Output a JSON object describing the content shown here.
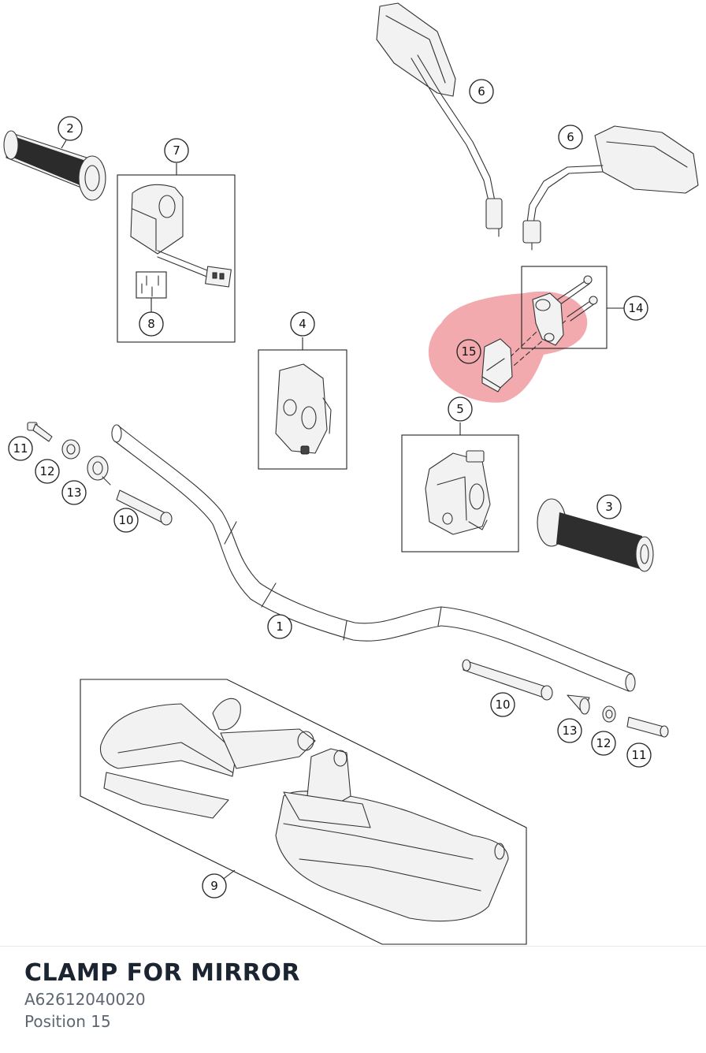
{
  "part": {
    "title": "CLAMP FOR MIRROR",
    "number": "A62612040020",
    "position": "Position 15"
  },
  "highlight": {
    "position": "15",
    "color": "#e8656b"
  },
  "callouts": [
    {
      "id": "1",
      "label": "1"
    },
    {
      "id": "2",
      "label": "2"
    },
    {
      "id": "3",
      "label": "3"
    },
    {
      "id": "4",
      "label": "4"
    },
    {
      "id": "5",
      "label": "5"
    },
    {
      "id": "6a",
      "label": "6"
    },
    {
      "id": "6b",
      "label": "6"
    },
    {
      "id": "7",
      "label": "7"
    },
    {
      "id": "8",
      "label": "8"
    },
    {
      "id": "9",
      "label": "9"
    },
    {
      "id": "10a",
      "label": "10"
    },
    {
      "id": "10b",
      "label": "10"
    },
    {
      "id": "11a",
      "label": "11"
    },
    {
      "id": "11b",
      "label": "11"
    },
    {
      "id": "12a",
      "label": "12"
    },
    {
      "id": "12b",
      "label": "12"
    },
    {
      "id": "13a",
      "label": "13"
    },
    {
      "id": "13b",
      "label": "13"
    },
    {
      "id": "14",
      "label": "14"
    },
    {
      "id": "15",
      "label": "15"
    }
  ]
}
